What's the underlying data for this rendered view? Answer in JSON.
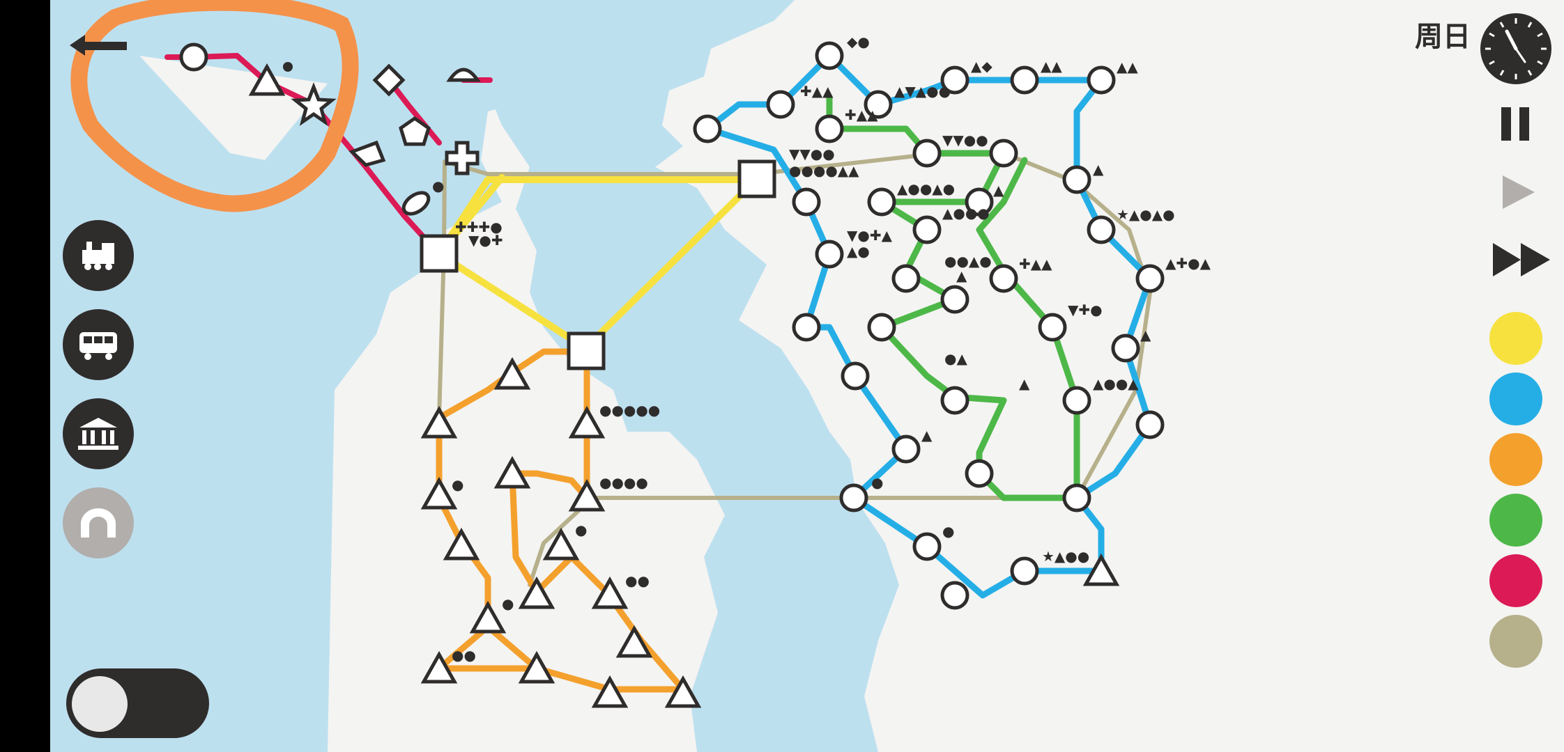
{
  "hud": {
    "day_label": "周日",
    "clock_icon": "clock-icon",
    "controls": [
      {
        "name": "pause-button",
        "icon": "pause-icon",
        "active": true
      },
      {
        "name": "play-button",
        "icon": "play-icon",
        "active": false
      },
      {
        "name": "fast-forward-button",
        "icon": "fast-forward-icon",
        "active": true
      }
    ]
  },
  "tools": [
    {
      "name": "locomotive-tool",
      "icon": "locomotive-icon",
      "enabled": true
    },
    {
      "name": "carriage-tool",
      "icon": "carriage-icon",
      "enabled": true
    },
    {
      "name": "interchange-tool",
      "icon": "interchange-icon",
      "enabled": true
    },
    {
      "name": "tunnel-tool",
      "icon": "tunnel-icon",
      "enabled": false
    }
  ],
  "line_colors": [
    {
      "name": "yellow",
      "hex": "#f6e13f"
    },
    {
      "name": "blue",
      "hex": "#25aee6"
    },
    {
      "name": "orange",
      "hex": "#f4a02d"
    },
    {
      "name": "green",
      "hex": "#4db848"
    },
    {
      "name": "crimson",
      "hex": "#dc1a56"
    },
    {
      "name": "olive",
      "hex": "#b6b08b"
    }
  ],
  "annotation": {
    "color": "#f4924a"
  },
  "palette": {
    "water": "#bde0ef",
    "land": "#f4f4f2",
    "ink": "#2f2c2c"
  },
  "toggle": {
    "on": false
  }
}
